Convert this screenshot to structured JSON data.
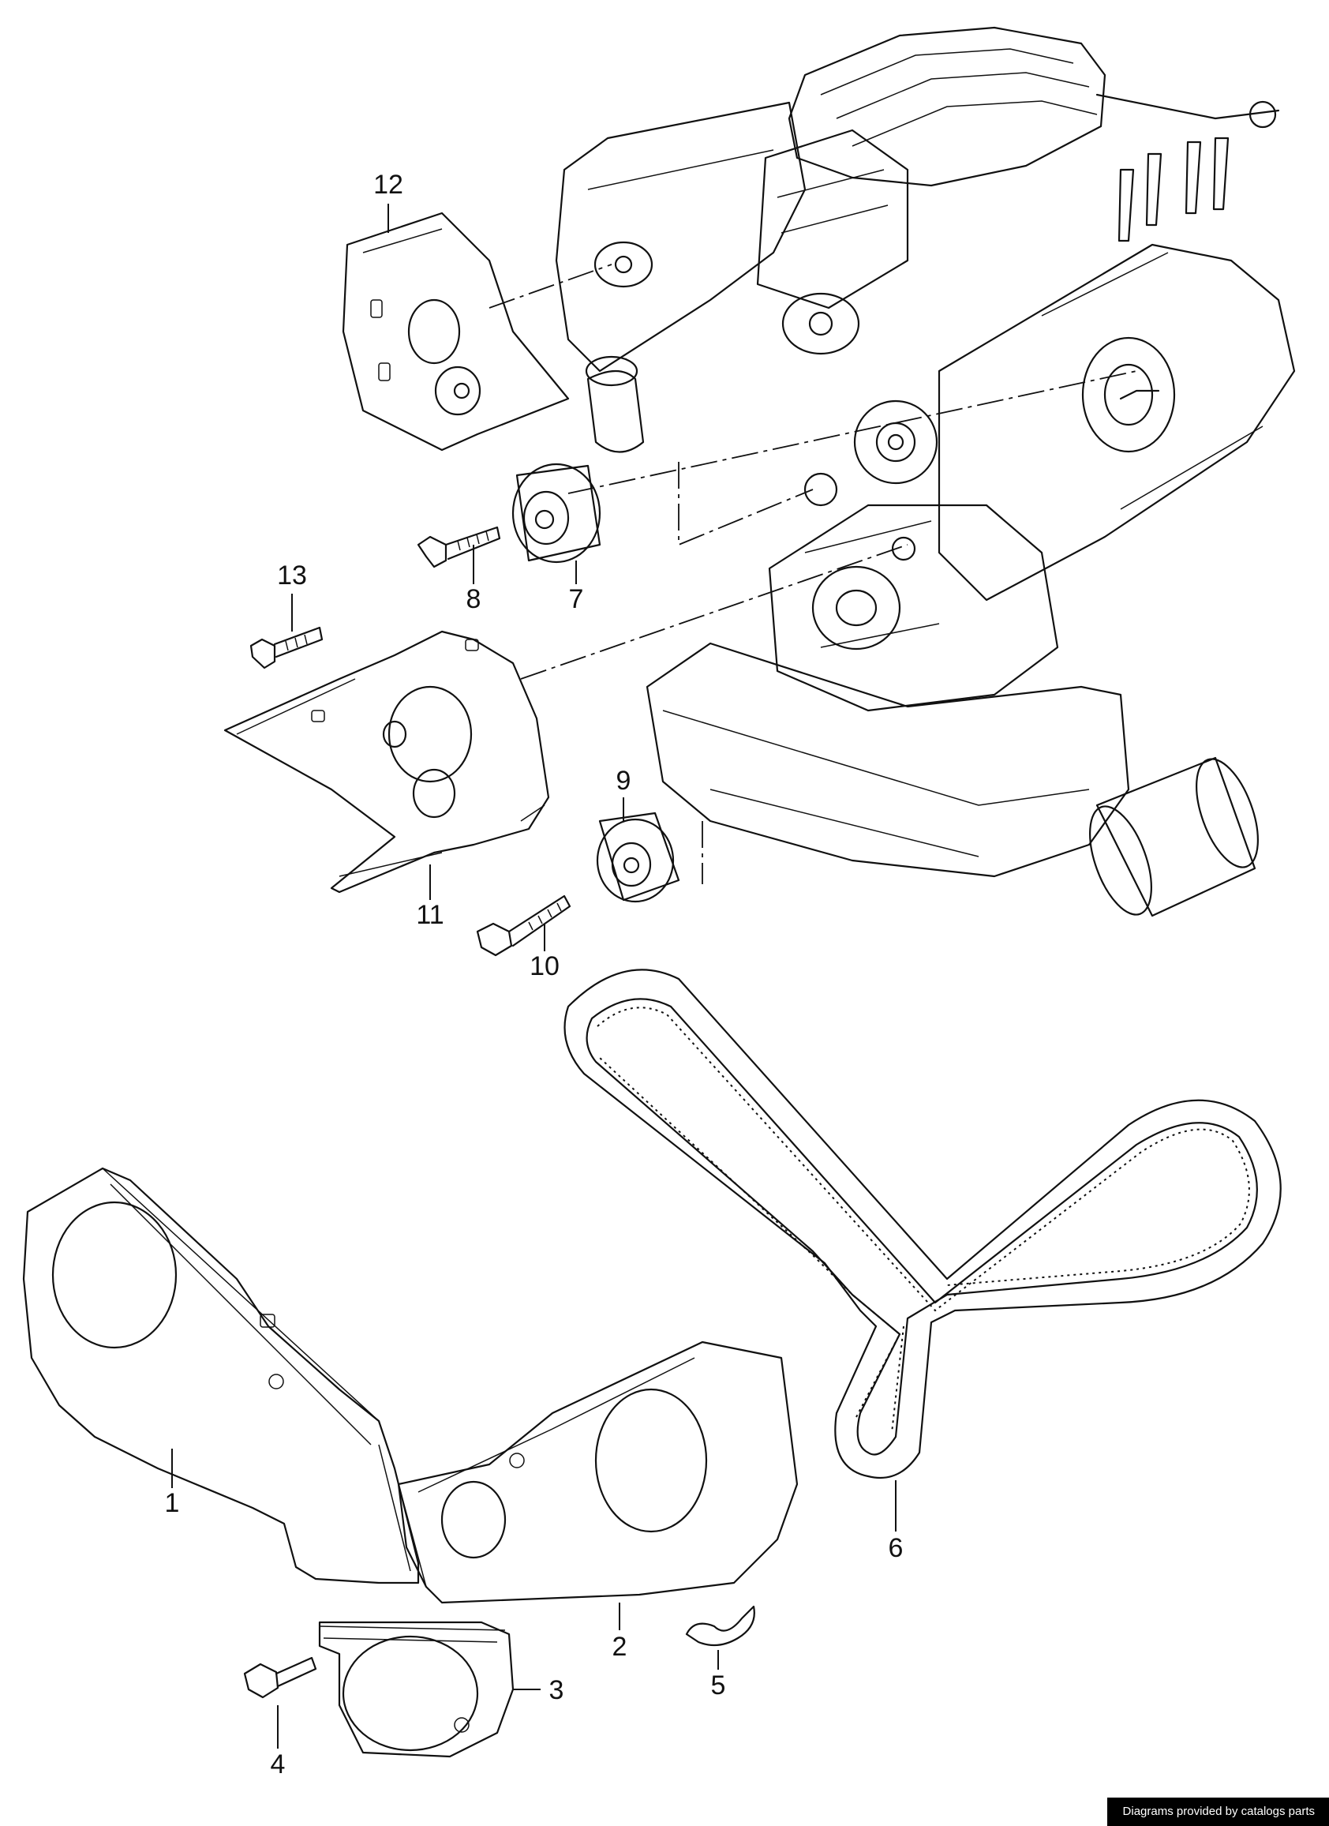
{
  "callouts": [
    "1",
    "2",
    "3",
    "4",
    "5",
    "6",
    "7",
    "8",
    "9",
    "10",
    "11",
    "12",
    "13"
  ],
  "credit": "Diagrams provided by catalogs parts"
}
